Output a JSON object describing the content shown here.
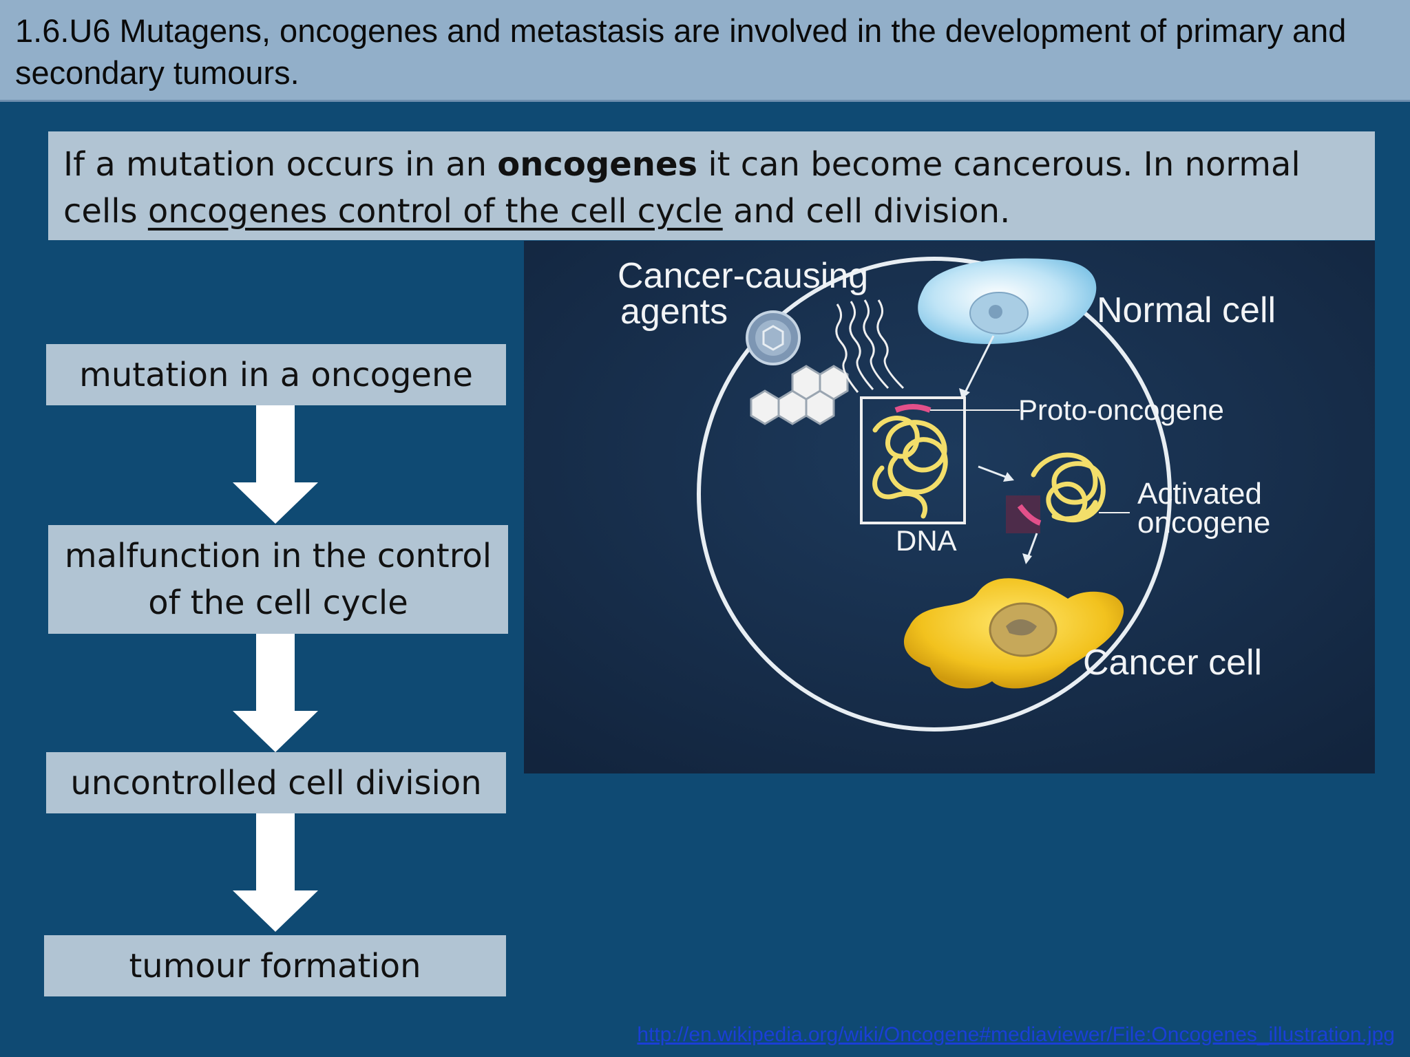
{
  "header": {
    "title": "1.6.U6 Mutagens, oncogenes and metastasis are involved in the development of primary and secondary tumours."
  },
  "intro": {
    "before_bold": "If a mutation occurs in an ",
    "bold": "oncogenes",
    "after_bold": " it can become cancerous. In normal cells ",
    "underlined": "oncogenes control of the cell cycle",
    "end": " and cell division."
  },
  "flow": {
    "step1": "mutation in a oncogene",
    "step2_line1": "malfunction in the control",
    "step2_line2": "of the cell cycle",
    "step3": "uncontrolled cell division",
    "step4": "tumour formation"
  },
  "diagram": {
    "label_agents_line1": "Cancer-causing",
    "label_agents_line2": "agents",
    "label_normal": "Normal cell",
    "label_proto": "Proto-oncogene",
    "label_activated_line1": "Activated",
    "label_activated_line2": "oncogene",
    "label_dna": "DNA",
    "label_cancer": "Cancer cell"
  },
  "source": {
    "url": "http://en.wikipedia.org/wiki/Oncogene#mediaviewer/File:Oncogenes_illustration.jpg"
  },
  "colors": {
    "background": "#0f4a73",
    "header": "#92afc9",
    "box": "#b1c4d3",
    "link": "#1a3fd6"
  }
}
